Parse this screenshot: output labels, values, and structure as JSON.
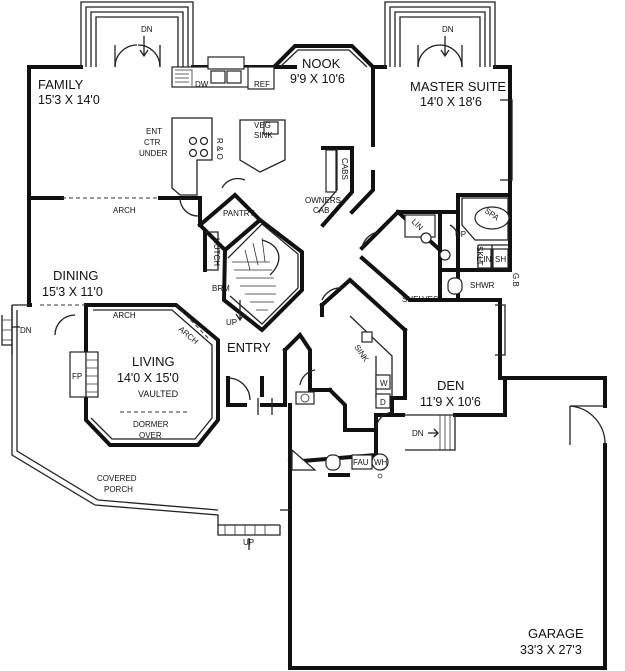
{
  "rooms": {
    "family": {
      "name": "FAMILY",
      "dims": "15'3 X 14'0"
    },
    "nook": {
      "name": "NOOK",
      "dims": "9'9 X 10'6"
    },
    "master": {
      "name": "MASTER SUITE",
      "dims": "14'0 X 18'6"
    },
    "dining": {
      "name": "DINING",
      "dims": "15'3 X 11'0"
    },
    "living": {
      "name": "LIVING",
      "dims": "14'0 X 15'0",
      "note": "VAULTED"
    },
    "den": {
      "name": "DEN",
      "dims": "11'9 X 10'6"
    },
    "garage": {
      "name": "GARAGE",
      "dims": "33'3 X 27'3"
    }
  },
  "labels": {
    "dn_family": "DN",
    "dn_master": "DN",
    "dn_porch": "DN",
    "dn_garage": "DN",
    "up_stairs": "UP",
    "up_porch": "UP",
    "up_spa": "UP",
    "dw": "DW",
    "ref": "REF",
    "ent1": "ENT",
    "ent2": "CTR",
    "ent3": "UNDER",
    "rango": "R & O",
    "veg1": "VEG",
    "veg2": "SINK",
    "cabs": "CABS",
    "owners1": "OWNERS",
    "owners2": "CAB",
    "pantry": "PANTRY",
    "hutch": "HUTCH",
    "brm": "BRM",
    "arch1": "ARCH",
    "arch2": "ARCH",
    "arch3": "ARCH",
    "entry": "ENTRY",
    "fp": "FP",
    "dormer1": "DORMER",
    "dormer2": "OVER",
    "porch1": "COVERED",
    "porch2": "PORCH",
    "sink": "SINK",
    "w": "W",
    "d": "D",
    "shelves": "SHELVES",
    "lin1": "LIN",
    "lin2": "LIN",
    "spa": "SPA",
    "sklt": "SKLT",
    "sh": "SH",
    "shwr": "SHWR",
    "gb": "G.B",
    "fau": "FAU",
    "wh": "WH"
  }
}
